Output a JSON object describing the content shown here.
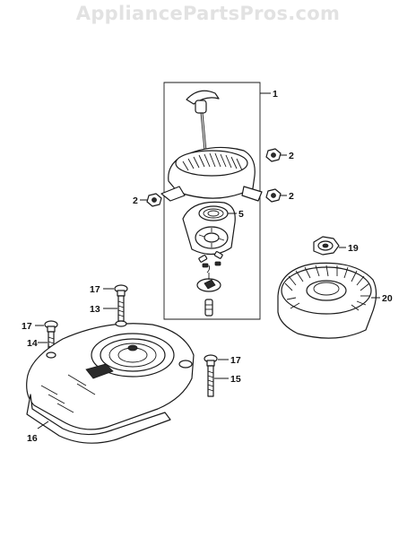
{
  "watermark": "AppliancePartsPros.com",
  "callouts": [
    {
      "id": "c1",
      "label": "1"
    },
    {
      "id": "c2a",
      "label": "2"
    },
    {
      "id": "c2b",
      "label": "2"
    },
    {
      "id": "c2c",
      "label": "2"
    },
    {
      "id": "c5",
      "label": "5"
    },
    {
      "id": "c19",
      "label": "19"
    },
    {
      "id": "c20",
      "label": "20"
    },
    {
      "id": "c17a",
      "label": "17"
    },
    {
      "id": "c13",
      "label": "13"
    },
    {
      "id": "c17b",
      "label": "17"
    },
    {
      "id": "c14",
      "label": "14"
    },
    {
      "id": "c17c",
      "label": "17"
    },
    {
      "id": "c15",
      "label": "15"
    },
    {
      "id": "c16",
      "label": "16"
    }
  ]
}
